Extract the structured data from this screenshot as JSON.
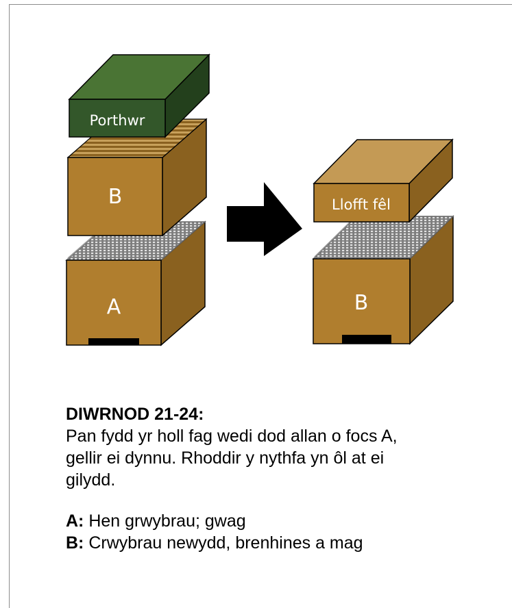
{
  "diagram": {
    "left_stack": {
      "top_label": "Porthwr",
      "middle_label": "B",
      "bottom_label": "A"
    },
    "right_stack": {
      "top_label": "Llofft fêl",
      "bottom_label": "B"
    },
    "arrow_icon": "right-arrow-icon"
  },
  "text": {
    "heading": "DIWRNOD 21-24:",
    "paragraph": "Pan fydd yr holl fag wedi dod allan o focs A, gellir ei dynnu. Rhoddir y nythfa yn ôl at ei gilydd.",
    "legend": [
      {
        "key": "A:",
        "desc": "Hen grwybrau; gwag"
      },
      {
        "key": "B:",
        "desc": "Crwybrau newydd, brenhines a mag"
      }
    ]
  },
  "colors": {
    "box_front": "#b07e2e",
    "box_side": "#8a611f",
    "box_top_light": "#c49a55",
    "feeder_front": "#33572a",
    "feeder_side": "#23401c",
    "feeder_top": "#4a7434",
    "excluder": "#808080"
  }
}
